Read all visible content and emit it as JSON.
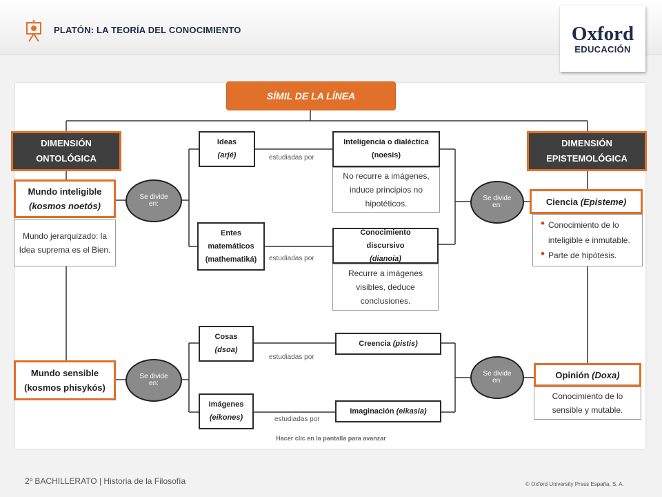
{
  "header": {
    "title": "PLATÓN: LA TEORÍA DEL CONOCIMIENTO",
    "logo_main": "Oxford",
    "logo_sub": "EDUCACIÓN",
    "accent_color": "#e0702a"
  },
  "diagram": {
    "root": "SÍMIL DE LA LÍNEA",
    "ontological": {
      "title": "DIMENSIÓN ONTOLÓGICA",
      "intelligible_title": "Mundo inteligible",
      "intelligible_sub": "(kosmos noetós)",
      "intelligible_desc": "Mundo jerarquizado: la Idea suprema es el Bien.",
      "sensible_title": "Mundo sensible",
      "sensible_sub": "(kosmos phisykós)"
    },
    "epistemological": {
      "title": "DIMENSIÓN EPISTEMOLÓGICA",
      "ciencia_title": "Ciencia",
      "ciencia_term": "(Episteme)",
      "ciencia_bullets": [
        "Conocimiento de lo inteligible e inmutable.",
        "Parte de hipótesis."
      ],
      "opinion_title": "Opinión",
      "opinion_term": "(Doxa)",
      "opinion_desc": "Conocimiento de lo sensible y mutable."
    },
    "divide_label": "Se divide en:",
    "studied_by": "estudiadas por",
    "objects": [
      {
        "name": "Ideas",
        "term": "(arjé)"
      },
      {
        "name": "Entes matemáticos",
        "term": "(mathematiká)"
      },
      {
        "name": "Cosas",
        "term": "(dsoa)"
      },
      {
        "name": "Imágenes",
        "term": "(eikones)"
      }
    ],
    "knowledge": [
      {
        "name": "Inteligencia o dialéctica",
        "term": "(noesis)",
        "desc": "No recurre a imágenes, induce principios no hipotéticos."
      },
      {
        "name": "Conocimiento discursivo",
        "term": "(dianoia)",
        "desc": "Recurre a imágenes visibles, deduce conclusiones."
      },
      {
        "name": "Creencia",
        "term": "(pistis)",
        "desc": ""
      },
      {
        "name": "Imaginación",
        "term": "(eikasia)",
        "desc": ""
      }
    ],
    "advance_hint": "Hacer clic en la pantalla para avanzar"
  },
  "footer": {
    "left": "2º BACHILLERATO  | Historia de la Filosofía",
    "right": "© Oxford University Press España, S. A."
  }
}
